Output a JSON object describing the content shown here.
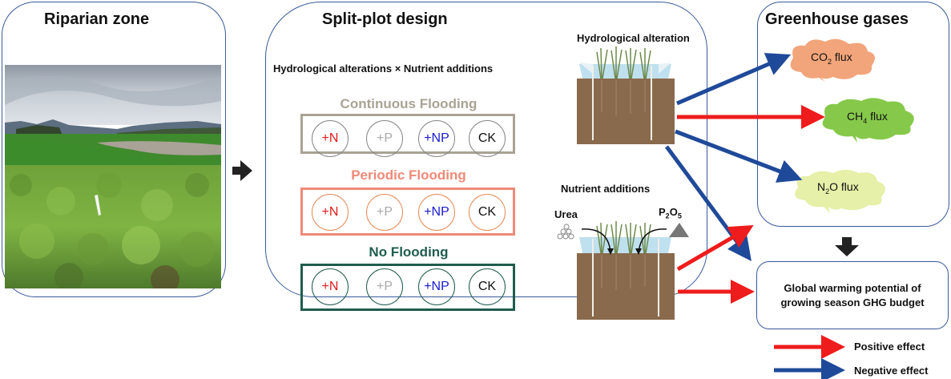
{
  "riparian": {
    "title": "Riparian zone",
    "photo_description": "Reservoir riparian landscape with cloudy sky, hills, water and green herbaceous vegetation with white marker stake"
  },
  "split_plot": {
    "title": "Split-plot design",
    "subtitle": "Hydrological alterations × Nutrient additions",
    "treatments": [
      {
        "label": "Continuous Flooding",
        "color": "#a9a393",
        "plots": [
          "+N",
          "+P",
          "+NP",
          "CK"
        ]
      },
      {
        "label": "Periodic Flooding",
        "color": "#ef8a78",
        "plots": [
          "+N",
          "+P",
          "+NP",
          "CK"
        ]
      },
      {
        "label": "No Flooding",
        "color": "#1f5c4e",
        "plots": [
          "+N",
          "+P",
          "+NP",
          "CK"
        ]
      }
    ],
    "plot_text_colors": {
      "+N": "#e01b1b",
      "+P": "#aaaaaa",
      "+NP": "#1a1ad0",
      "CK": "#111111"
    },
    "hydrological_alteration_label": "Hydrological alteration",
    "nutrient_additions_label": "Nutrient additions",
    "urea_label": "Urea",
    "p2o5_label": "P",
    "p2o5_sub1": "2",
    "p2o5_mid": "O",
    "p2o5_sub2": "5"
  },
  "ghg": {
    "title": "Greenhouse gases",
    "clouds": [
      {
        "name": "co2",
        "pre": "CO",
        "sub": "2",
        "post": " flux",
        "color": "#f2a57a"
      },
      {
        "name": "ch4",
        "pre": "CH",
        "sub": "4",
        "post": " flux",
        "color": "#86c94a"
      },
      {
        "name": "n2o",
        "pre": "N",
        "sub": "2",
        "post": "O flux",
        "color": "#e6f0a8"
      }
    ]
  },
  "gwp": {
    "line1": "Global warming potential of",
    "line2": "growing season GHG budget"
  },
  "legend": {
    "positive": {
      "label": "Positive effect",
      "color": "#ee1c1c"
    },
    "negative": {
      "label": "Negative effect",
      "color": "#1f4a99"
    }
  }
}
